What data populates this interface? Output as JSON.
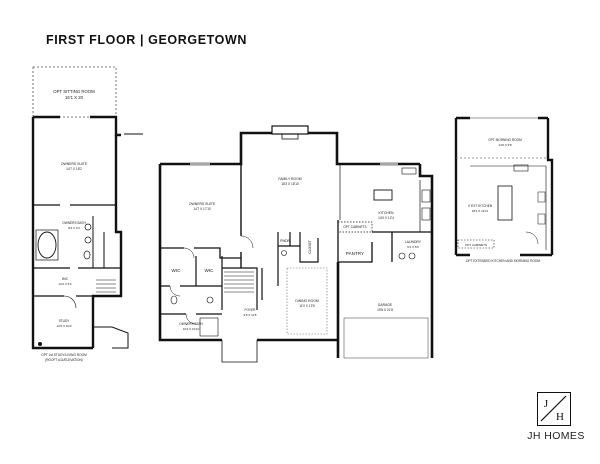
{
  "header": {
    "title": "FIRST FLOOR  |  GEORGETOWN"
  },
  "left_plan": {
    "opt_sitting_room": "OPT SITTING ROOM",
    "opt_sitting_dims": "16'1 X 20",
    "owners_suite": "OWNERS SUITE",
    "owners_suite_dims": "14'7 X 18'2",
    "owners_bath": "OWNERS BATH",
    "owners_bath_dims": "8'4 X 9'4",
    "wic": "WIC",
    "wic_dims": "12'2 X 5'6",
    "study": "STUDY",
    "study_dims": "12'0 X 9'10",
    "caption_line1": "OPT 1st STUDY/LIVING ROOM",
    "caption_line2": "(ROOFT A11/ELEVATION)"
  },
  "main_plan": {
    "family_room": "FAMILY ROOM",
    "family_room_dims": "18'3 X 18'10",
    "owners_suite": "OWNERS SUITE",
    "owners_suite_dims": "14'7 X 17'10",
    "opt_cabinets": "OPT CABINETS",
    "kitchen": "KITCHEN",
    "kitchen_dims": "14'0 X 12'4",
    "powder": "PWDR",
    "closet": "CLOSET",
    "laundry": "LAUNDRY",
    "laundry_dims": "6'4 X 6'6",
    "pantry": "PANTRY",
    "wic_left": "WIC",
    "wic_right": "WIC",
    "dining_room": "DINING ROOM",
    "dining_room_dims": "11'0 X 13'5",
    "foyer": "FOYER",
    "foyer_dims": "9'8 X 11'8",
    "owners_bath": "OWNERS BATH",
    "owners_bath_dims": "10'2 X 10'10",
    "garage": "GARAGE",
    "garage_dims": "19'8 X 21'8"
  },
  "right_plan": {
    "opt_morning_room": "OPT MORNING ROOM",
    "opt_morning_dims": "14'0 X 9'8",
    "opt_kitchen": "4' EXT KITCHEN",
    "opt_kitchen_dims": "18'4 X 14'11",
    "opt_cabinets": "OPT CABINETS",
    "caption": "OPT EXTENDED KITCHEN AND MORNING ROOM"
  },
  "branding": {
    "logo_text": "JH",
    "company": "JH HOMES"
  }
}
